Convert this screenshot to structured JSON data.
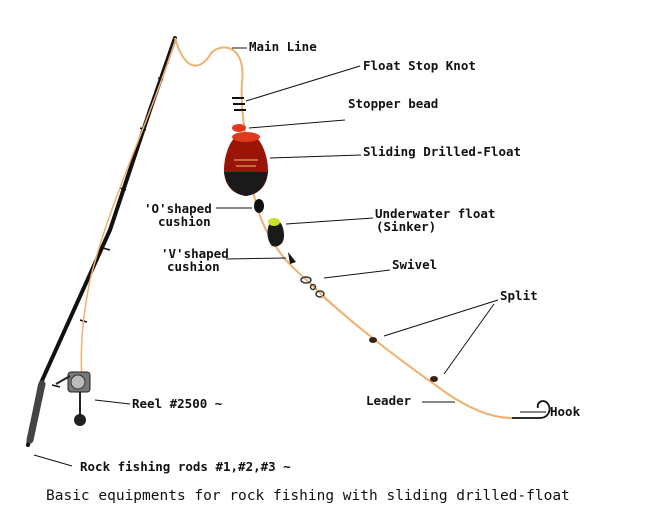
{
  "labels": {
    "main_line": "Main Line",
    "float_stop_knot": "Float Stop Knot",
    "stopper_bead": "Stopper bead",
    "sliding_float": "Sliding Drilled-Float",
    "o_cushion_1": "'O'shaped",
    "o_cushion_2": "cushion",
    "underwater_float_1": "Underwater float",
    "underwater_float_2": "(Sinker)",
    "v_cushion_1": "'V'shaped",
    "v_cushion_2": "cushion",
    "swivel": "Swivel",
    "split": "Split",
    "reel": "Reel #2500 ~",
    "leader": "Leader",
    "hook": "Hook",
    "rod": "Rock fishing rods #1,#2,#3 ~"
  },
  "caption": "Basic equipments for rock fishing with sliding drilled-float",
  "colors": {
    "line": "#f0b070",
    "rod": "#111111",
    "float_top": "#e03a1c",
    "float_body": "#9a1408",
    "float_bottom": "#1a1a1a",
    "sinker_top": "#c8e030",
    "leader_line": "#2a2a2a"
  }
}
